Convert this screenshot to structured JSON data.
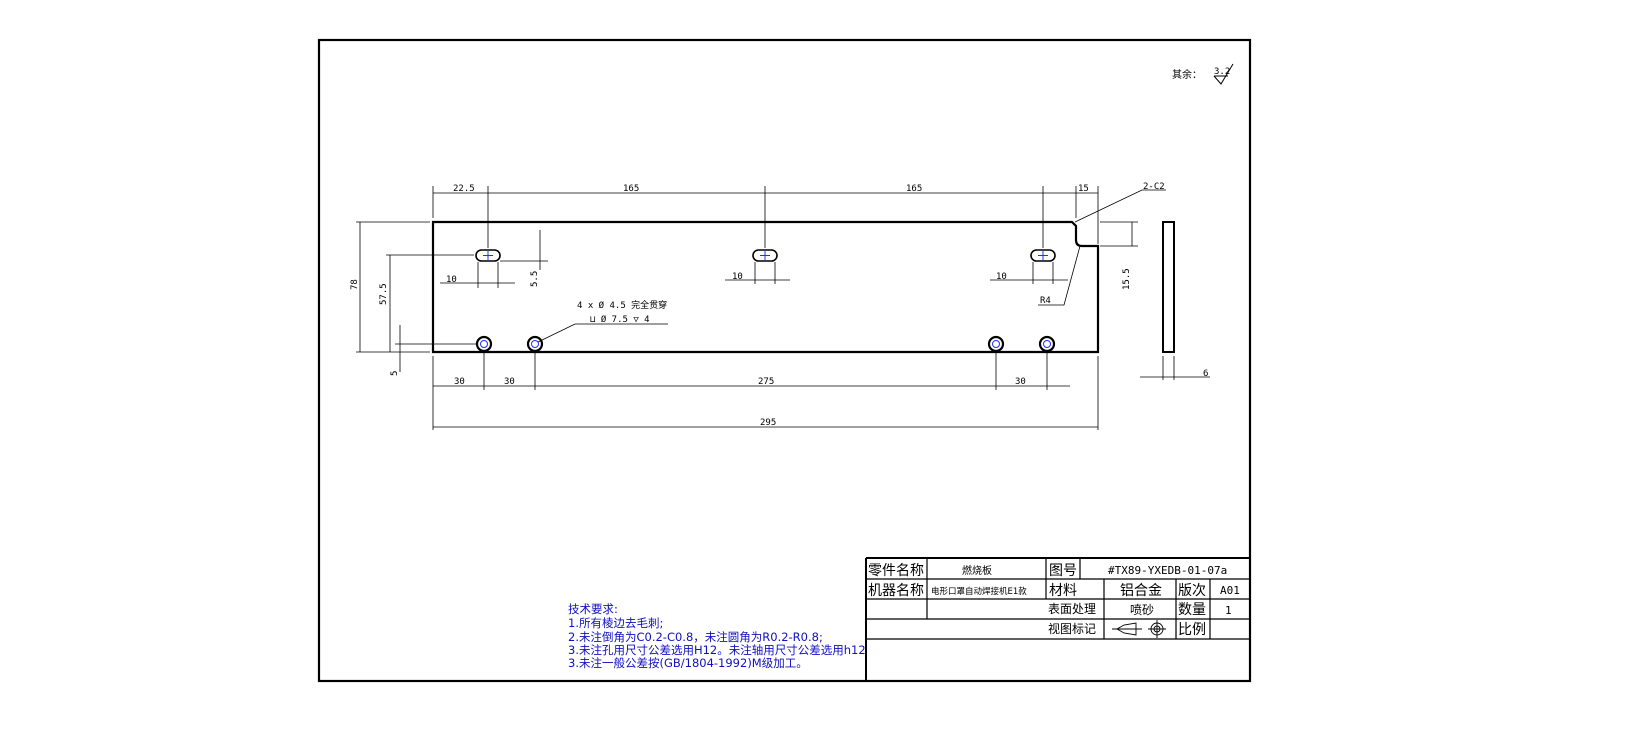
{
  "roughness": {
    "label": "其余：",
    "value": "3.2"
  },
  "dimensions": {
    "top": [
      "22.5",
      "165",
      "165",
      "15"
    ],
    "chamfer": "2-C2",
    "height": "78",
    "hole_row_height": "57.5",
    "slot_offset": "5.5",
    "notch_depth": "15.5",
    "slot_widths": [
      "10",
      "10",
      "10"
    ],
    "bottom_offset": "5",
    "radius": "R4",
    "bottom": [
      "30",
      "30",
      "275",
      "30"
    ],
    "total": "295",
    "thickness": "6",
    "hole_note_1": "4 x Ø 4.5 完全贯穿",
    "hole_note_2": "⊔ Ø 7.5 ▽ 4"
  },
  "requirements": {
    "title": "技术要求:",
    "items": [
      "1.所有棱边去毛刺;",
      "2.未注倒角为C0.2-C0.8，未注圆角为R0.2-R0.8;",
      "3.未注孔用尺寸公差选用H12。未注轴用尺寸公差选用h12",
      "3.未注一般公差按(GB/1804-1992)M级加工。"
    ]
  },
  "title_block": {
    "part_name_label": "零件名称",
    "part_name": "燃烧板",
    "drawing_no_label": "图号",
    "drawing_no": "#TX89-YXEDB-01-07a",
    "machine_label": "机器名称",
    "machine": "电形口罩自动焊接机E1款",
    "material_label": "材料",
    "material": "铝合金",
    "version_label": "版次",
    "version": "A01",
    "surface_label": "表面处理",
    "surface": "喷砂",
    "qty_label": "数量",
    "qty": "1",
    "view_label": "视图标记",
    "scale_label": "比例"
  }
}
